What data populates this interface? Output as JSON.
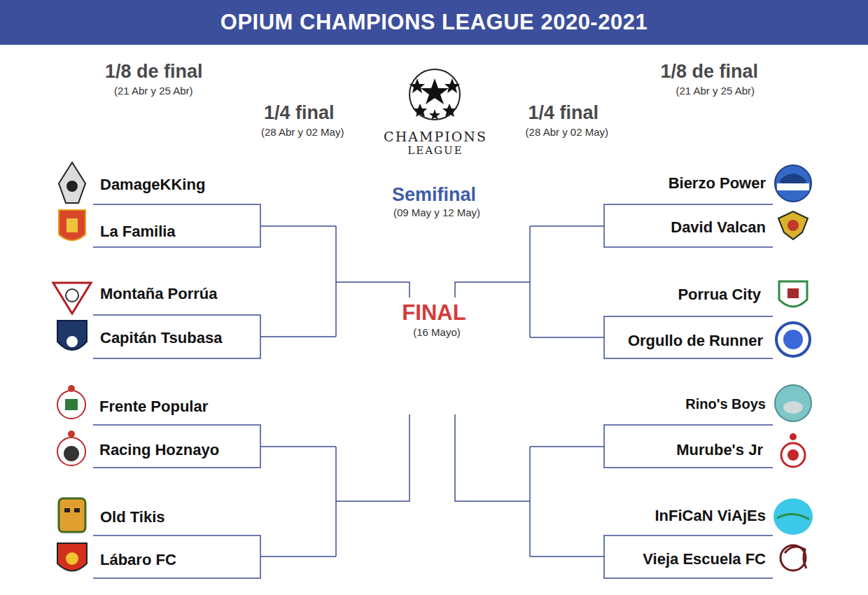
{
  "diagram": {
    "title": "OPIUM CHAMPIONS LEAGUE 2020-2021",
    "labels": [
      "1/8 de final",
      "(21 Abr y 25 Abr)",
      "1/8 de final",
      "(21 Abr y 25 Abr)",
      "1/4 final",
      "(28 Abr y 02 May)",
      "1/4 final",
      "(28 Abr y 02 May)",
      "CHAMPIONS",
      "LEAGUE",
      "Semifinal",
      "(09 May y 12 May)",
      "FINAL",
      "(16 Mayo)",
      "DamageKKing",
      "Bierzo Power",
      "La Familia",
      "David Valcan",
      "Montaña Porrúa",
      "Porrua City",
      "Capitán Tsubasa",
      "Orgullo de Runner",
      "Frente Popular",
      "Rino's Boys",
      "Racing Hoznayo",
      "Murube's Jr",
      "Old Tikis",
      "InFiCaN ViAjEs",
      "Lábaro FC",
      "Vieja Escuela FC"
    ]
  }
}
